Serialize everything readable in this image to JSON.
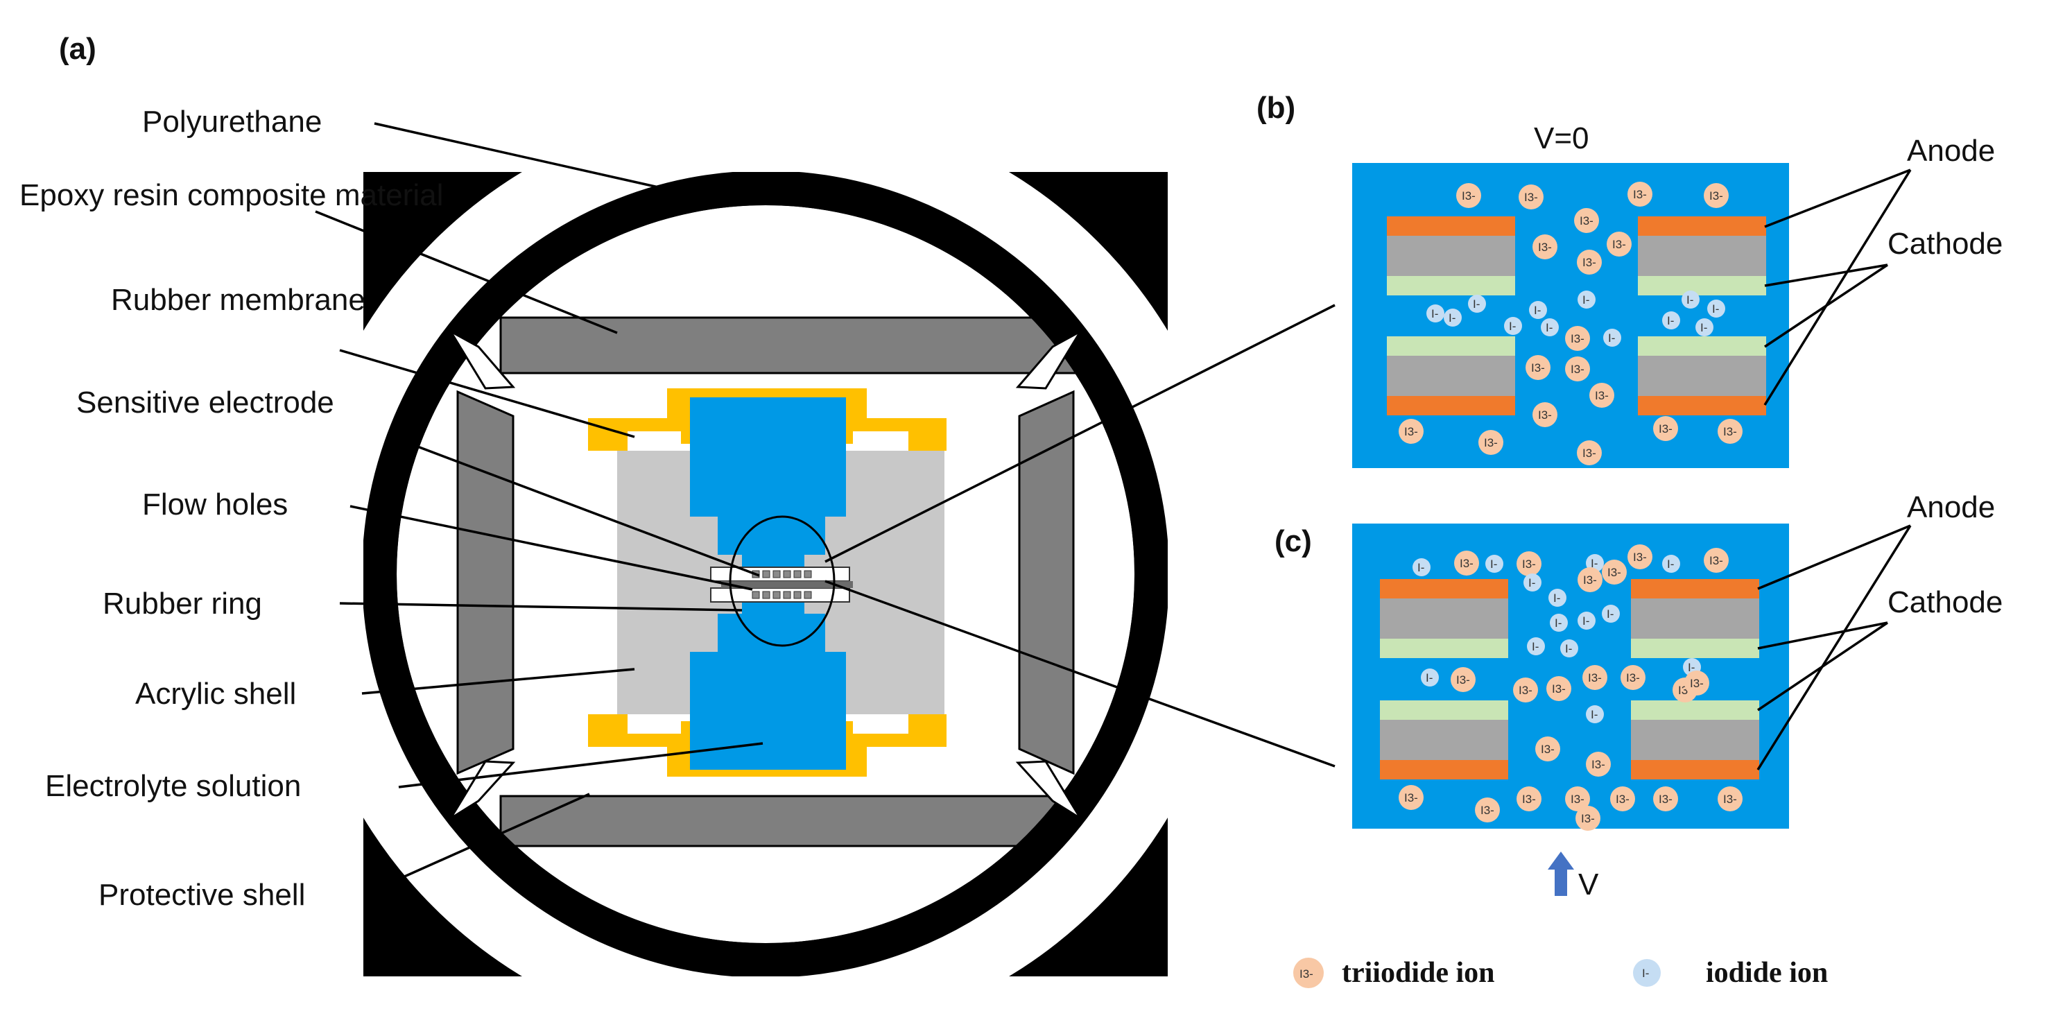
{
  "panel_labels": {
    "a": "(a)",
    "b": "(b)",
    "c": "(c)"
  },
  "sensor_labels": {
    "polyurethane": "Polyurethane",
    "epoxy": "Epoxy resin composite material",
    "rubber_membrane": "Rubber membrane",
    "sensitive_electrode": "Sensitive electrode",
    "flow_holes": "Flow holes",
    "rubber_ring": "Rubber ring",
    "acrylic_shell": "Acrylic shell",
    "electrolyte_solution": "Electrolyte solution",
    "protective_shell": "Protective shell"
  },
  "panel_b": {
    "velocity": "V=0",
    "anode": "Anode",
    "cathode": "Cathode"
  },
  "panel_c": {
    "velocity": "V",
    "anode": "Anode",
    "cathode": "Cathode"
  },
  "ions": {
    "triiodide": "I3-",
    "iodide": "I-"
  },
  "legend": {
    "triiodide": "triiodide ion",
    "iodide": "iodide ion"
  },
  "colors": {
    "electrolyte_blue": "#0099e6",
    "anode_orange": "#f07a2c",
    "cathode_green": "#c9e5b5",
    "electrode_gray": "#a6a6a6",
    "membrane_yellow": "#ffc000",
    "acrylic_gray": "#c8c8c8",
    "epoxy_gray": "#7f7f7f",
    "polyurethane_black": "#000000",
    "triiodide_peach": "#f8c8a5",
    "iodide_lightblue": "#c5ddf3",
    "arrow_blue": "#4472c4"
  }
}
